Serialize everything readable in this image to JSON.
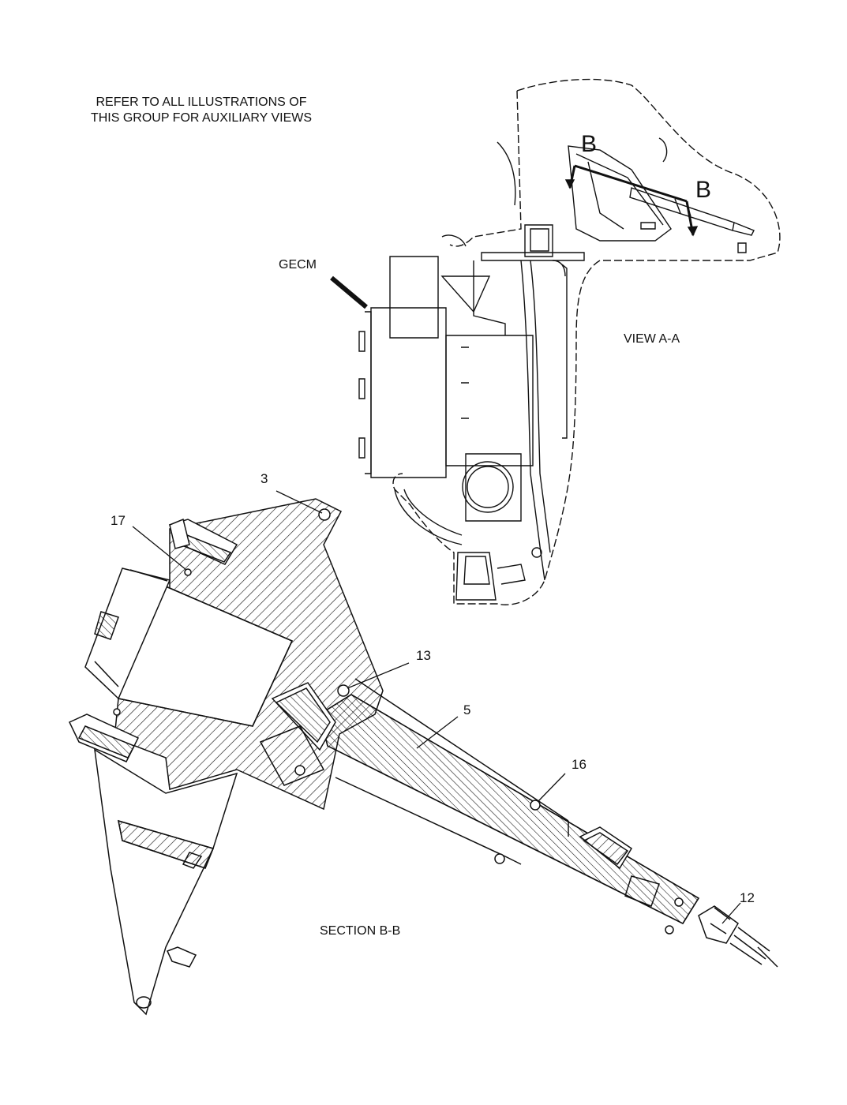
{
  "note": {
    "line1": "REFER TO ALL ILLUSTRATIONS OF",
    "line2": "THIS GROUP FOR AUXILIARY VIEWS"
  },
  "labels": {
    "gecm": "GECM",
    "view_aa": "VIEW A-A",
    "section_bb": "SECTION B-B",
    "section_marker_top": "B",
    "section_marker_right": "B"
  },
  "callouts": {
    "c3": "3",
    "c17": "17",
    "c13": "13",
    "c5": "5",
    "c16": "16",
    "c12": "12"
  },
  "colors": {
    "ink": "#111111",
    "paper": "#ffffff"
  }
}
